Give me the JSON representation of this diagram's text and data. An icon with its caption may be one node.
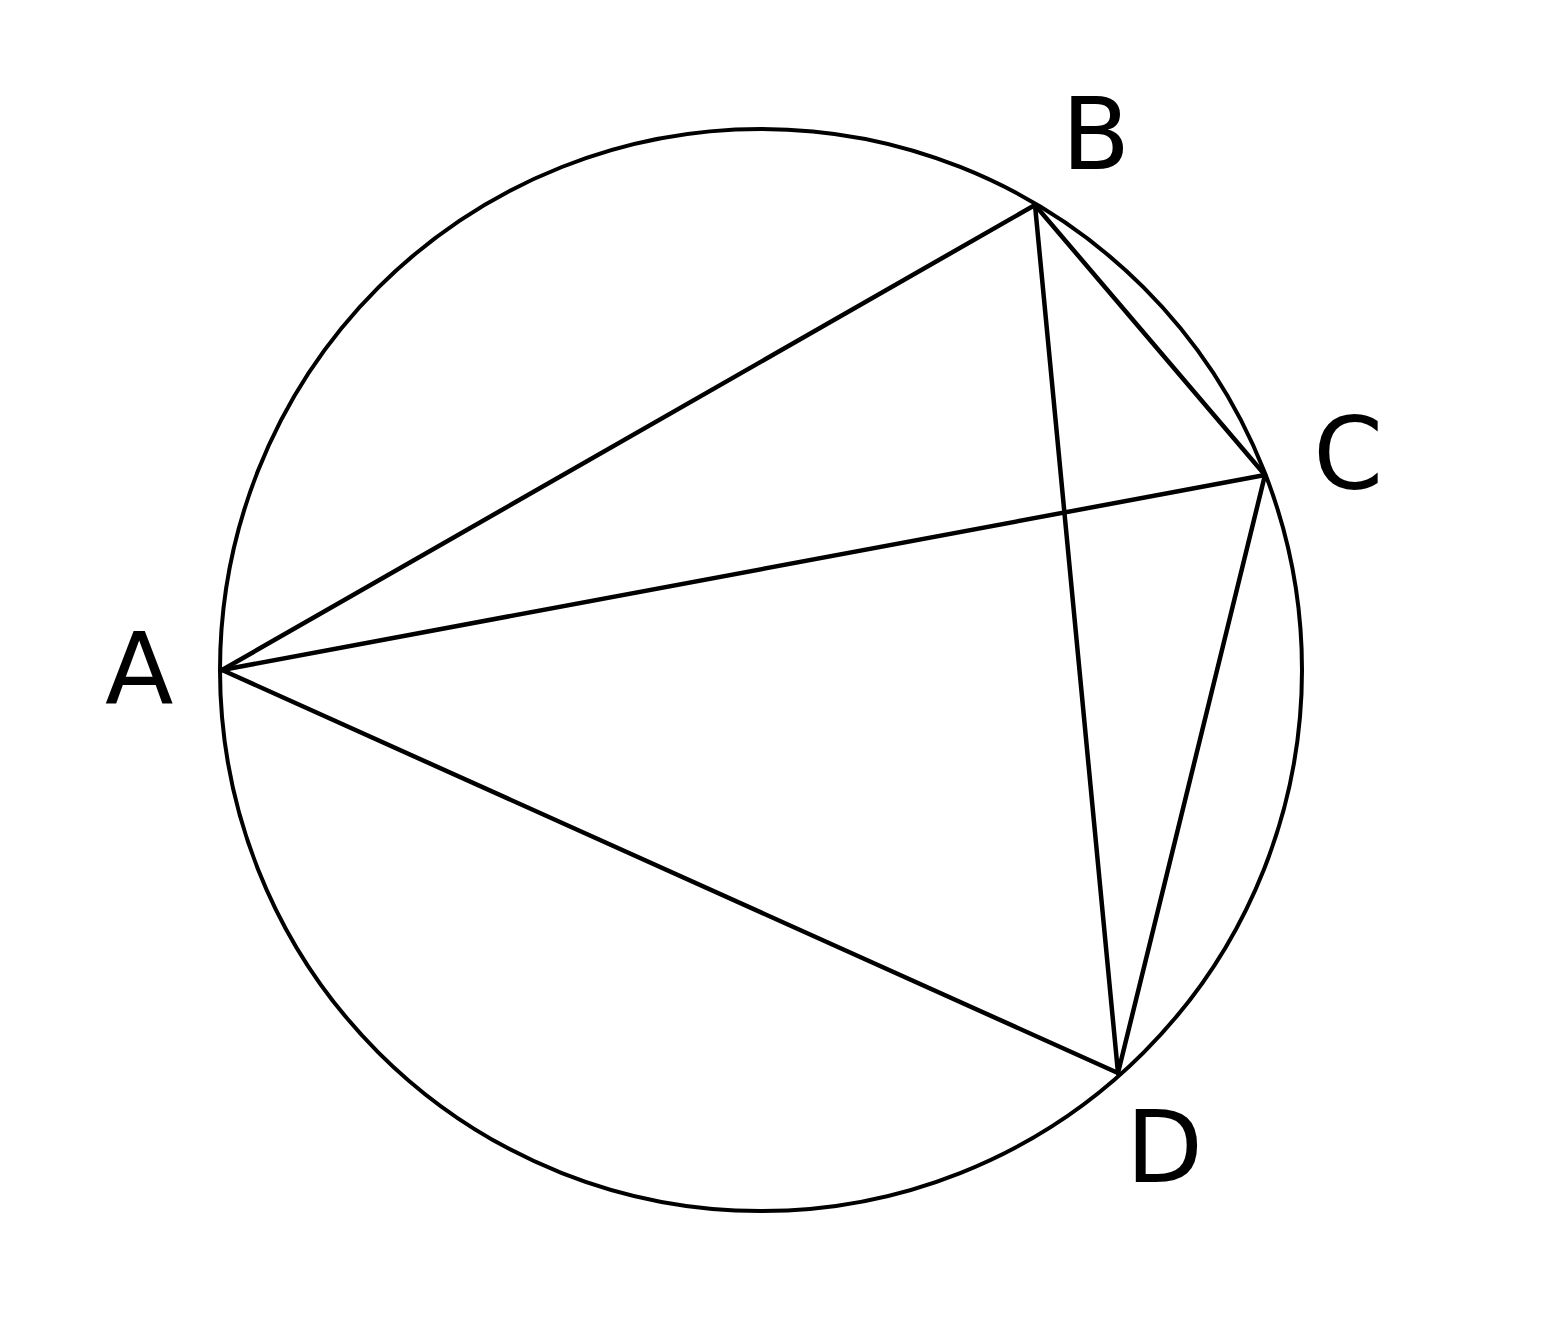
{
  "diagram": {
    "nodes": [
      {
        "text": [
          "A"
        ]
      },
      {
        "text": [
          "B"
        ]
      },
      {
        "text": [
          "C"
        ]
      },
      {
        "text": [
          "D"
        ]
      }
    ],
    "edges": [
      {
        "from": 0,
        "to": 1,
        "arrow": "none"
      },
      {
        "from": 0,
        "to": 2,
        "arrow": "none"
      },
      {
        "from": 0,
        "to": 3,
        "arrow": "none"
      },
      {
        "from": 1,
        "to": 2,
        "arrow": "none"
      },
      {
        "from": 1,
        "to": 3,
        "arrow": "none"
      },
      {
        "from": 2,
        "to": 3,
        "arrow": "none"
      }
    ]
  }
}
